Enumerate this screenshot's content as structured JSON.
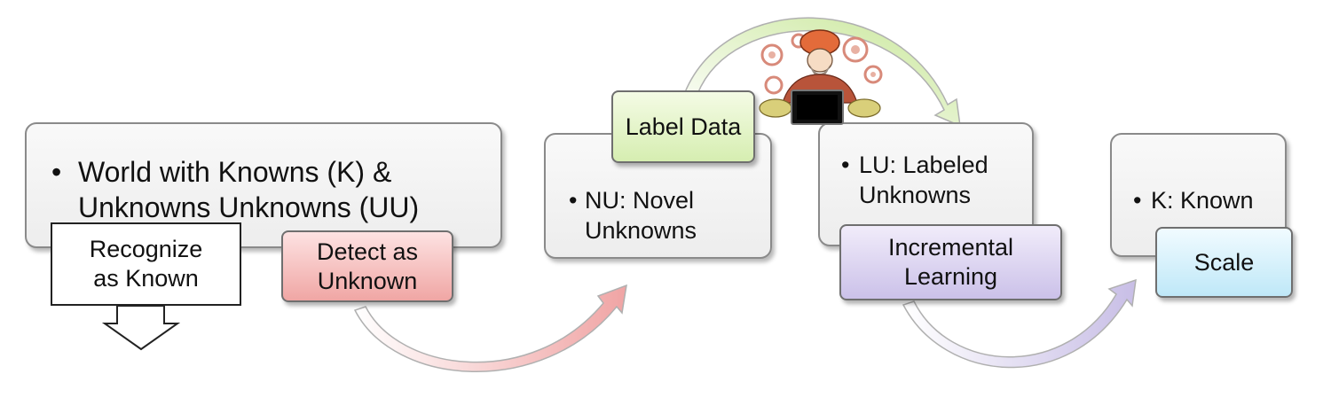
{
  "world": {
    "bullet": "•",
    "text": "World with Knowns (K) &\nUnknowns Unknowns (UU)"
  },
  "labels": {
    "recognize": "Recognize\nas Known",
    "detect": "Detect as\nUnknown",
    "label_data": "Label Data",
    "incremental": "Incremental\nLearning",
    "scale": "Scale"
  },
  "novel": {
    "bullet": "•",
    "text": "NU: Novel\nUnknowns"
  },
  "labeled": {
    "bullet": "•",
    "text": "LU: Labeled\nUnknowns"
  },
  "known": {
    "bullet": "•",
    "text": "K: Known"
  },
  "colors": {
    "detect_arrow": "#f0a4a4",
    "label_arrow": "#d4eda8",
    "incremental_arrow": "#c8bee6",
    "scale_arrow": "#b6e3f6",
    "box_border": "#8a8a8a"
  },
  "illustration": {
    "icon": "annotator-at-laptop-icon"
  }
}
